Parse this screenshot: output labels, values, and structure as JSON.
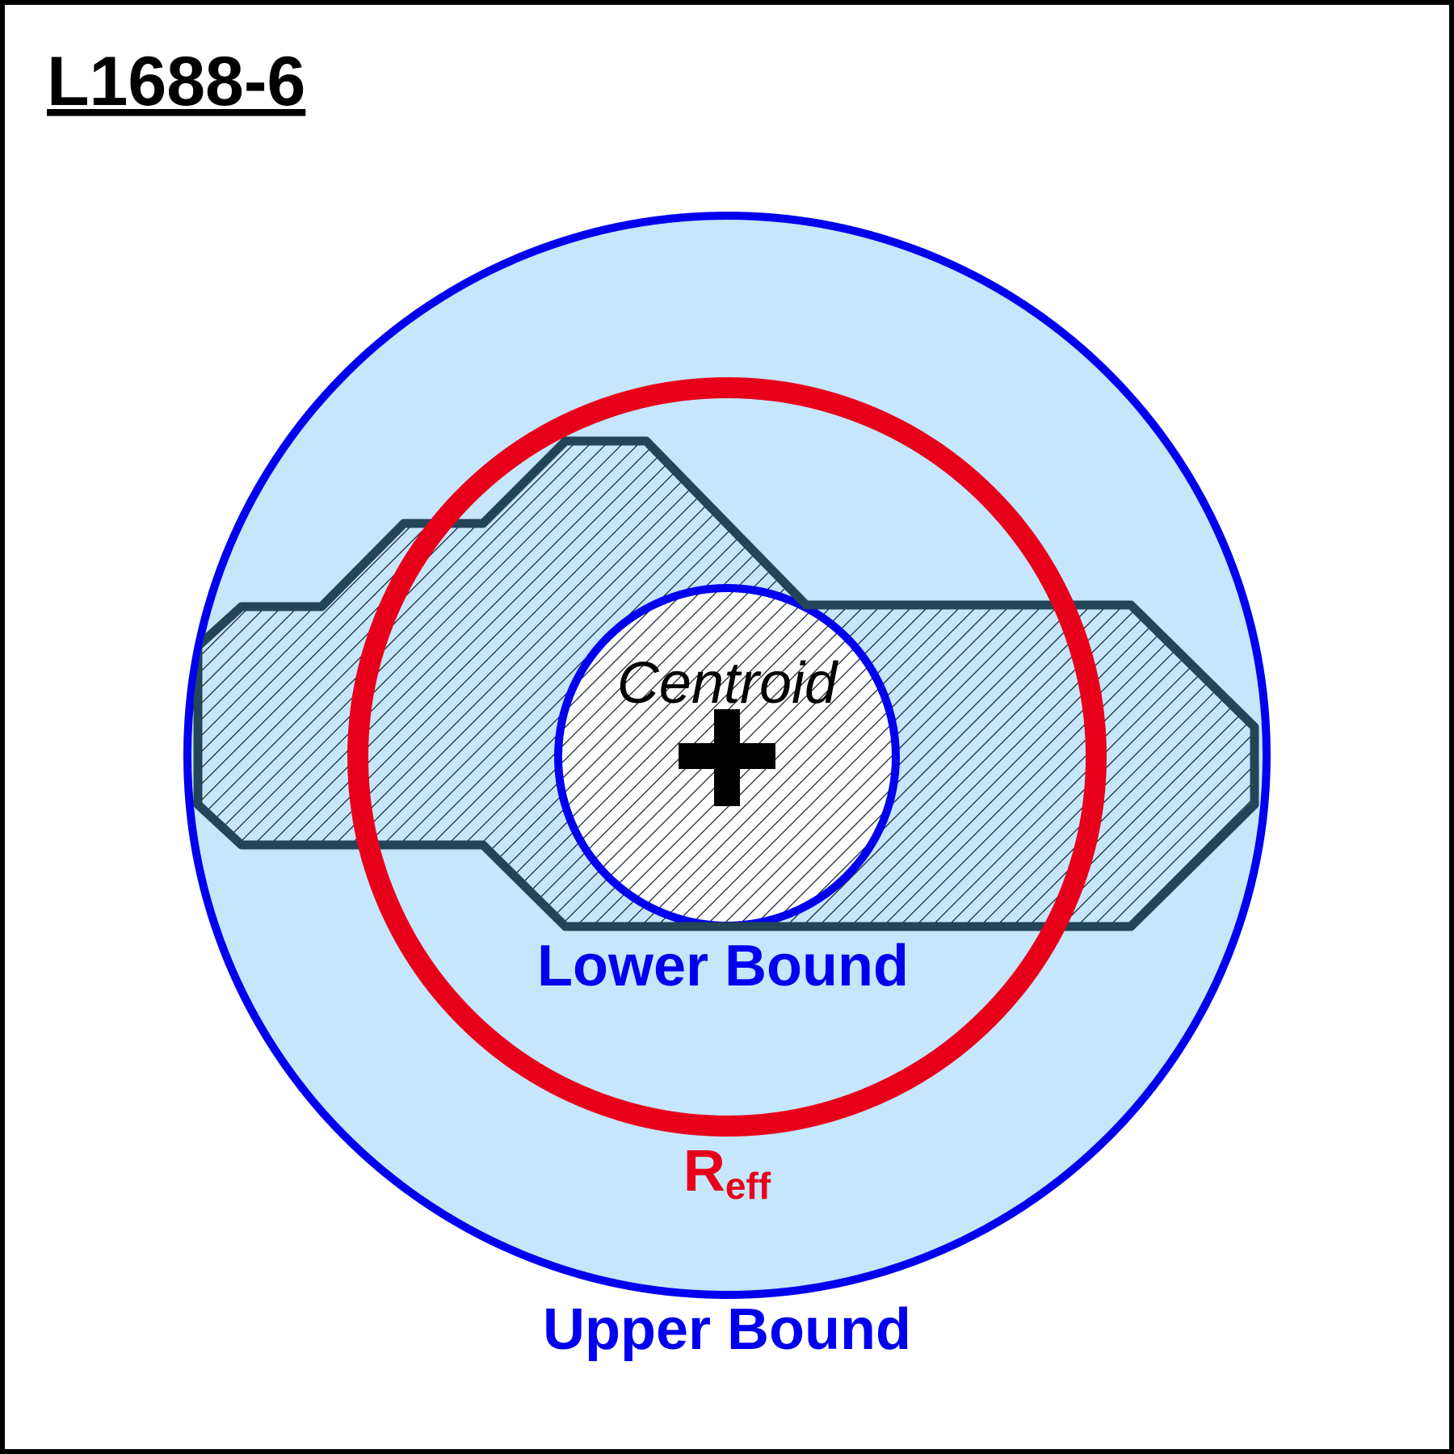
{
  "title": "L1688-6",
  "labels": {
    "centroid": "Centroid",
    "lower_bound": "Lower Bound",
    "upper_bound": "Upper Bound",
    "reff_main": "R",
    "reff_sub": "eff"
  },
  "colors": {
    "frame": "#000000",
    "bound_circles": "#0000ee",
    "upper_fill": "#c6e6fb",
    "lower_fill": "#ffffff",
    "reff_circle": "#e8001b",
    "region_outline": "#234558",
    "hatch": "#1a2a33",
    "centroid_marker": "#000000"
  },
  "icons": {
    "centroid_marker": "plus-cross"
  }
}
